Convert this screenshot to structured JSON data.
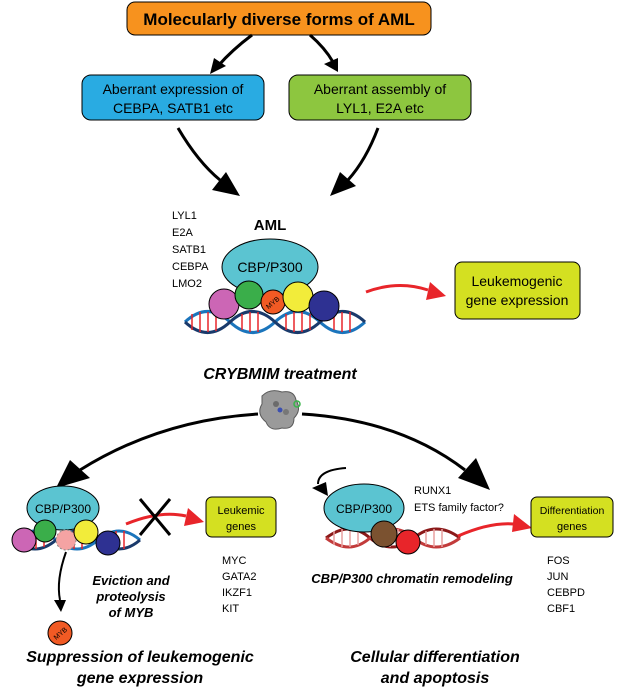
{
  "title": "Molecularly diverse forms of AML",
  "branch_left": {
    "line1": "Aberrant expression of",
    "line2": "CEBPA, SATB1 etc"
  },
  "branch_right": {
    "line1": "Aberrant assembly of",
    "line2": "LYL1, E2A etc"
  },
  "aml": {
    "label": "AML",
    "factors": [
      "LYL1",
      "E2A",
      "SATB1",
      "CEBPA",
      "LMO2"
    ],
    "coactivator": "CBP/P300",
    "myb": "MYB"
  },
  "leukemogenic_box": {
    "line1": "Leukemogenic",
    "line2": "gene expression"
  },
  "treatment": "CRYBMIM treatment",
  "left_panel": {
    "coactivator": "CBP/P300",
    "genes_box": {
      "line1": "Leukemic",
      "line2": "genes"
    },
    "genes": [
      "MYC",
      "GATA2",
      "IKZF1",
      "KIT"
    ],
    "eviction": [
      "Eviction and",
      "proteolysis",
      "of MYB"
    ],
    "myb": "MYB",
    "outcome": [
      "Suppression of leukemogenic",
      "gene expression"
    ]
  },
  "right_panel": {
    "coactivator": "CBP/P300",
    "factors": [
      "RUNX1",
      "ETS family factor?"
    ],
    "genes_box": {
      "line1": "Differentiation",
      "line2": "genes"
    },
    "genes": [
      "FOS",
      "JUN",
      "CEBPD",
      "CBF1"
    ],
    "remodeling": "CBP/P300 chromatin remodeling",
    "outcome": [
      "Cellular differentiation",
      "and apoptosis"
    ]
  },
  "colors": {
    "title_box": "#f7921e",
    "left_box": "#29abe2",
    "right_box": "#8dc63f",
    "cbp": "#5bc4d1",
    "gene_box": "#d4e021",
    "red_arrow": "#e8252a"
  }
}
